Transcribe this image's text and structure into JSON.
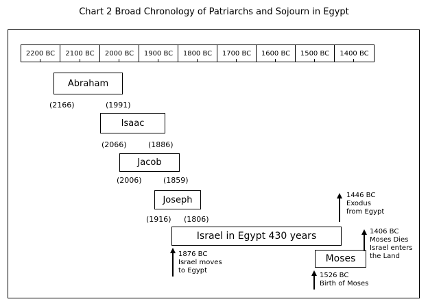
{
  "title": "Chart 2  Broad Chronology of Patriarchs and Sojourn in Egypt",
  "timeline": [
    "2200 BC",
    "2100 BC",
    "2000 BC",
    "1900 BC",
    "1800 BC",
    "1700 BC",
    "1600 BC",
    "1500 BC",
    "1400 BC"
  ],
  "people": [
    {
      "name": "Abraham",
      "start": "(2166)",
      "end": "(1991)"
    },
    {
      "name": "Isaac",
      "start": "(2066)",
      "end": "(1886)"
    },
    {
      "name": "Jacob",
      "start": "(2006)",
      "end": "(1859)"
    },
    {
      "name": "Joseph",
      "start": "(1916)",
      "end": "(1806)"
    }
  ],
  "sojourn": "Israel in Egypt 430 years",
  "moses": "Moses",
  "notes": {
    "israel_moves": [
      "1876 BC",
      "Israel moves",
      "to Egypt"
    ],
    "exodus": [
      "1446 BC",
      "Exodus",
      "from Egypt"
    ],
    "moses_dies": [
      "1406 BC",
      "Moses Dies",
      "Israel enters",
      "the Land"
    ],
    "birth_moses": [
      "1526 BC",
      "Birth of Moses"
    ]
  }
}
